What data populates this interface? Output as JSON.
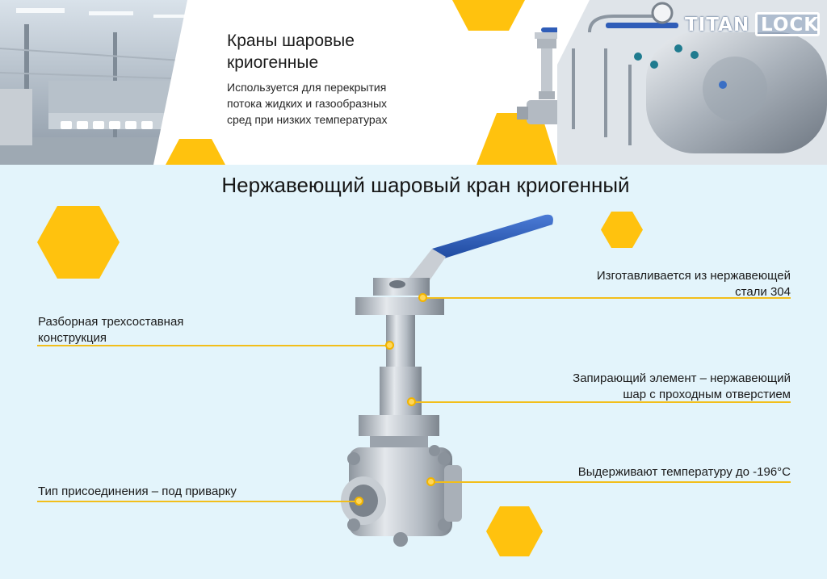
{
  "banner": {
    "title_line1": "Краны шаровые",
    "title_line2": "криогенные",
    "text_line1": "Используется для перекрытия",
    "text_line2": "потока жидких и газообразных",
    "text_line3": "сред при низких температурах"
  },
  "logo": {
    "part1": "TITAN",
    "part2": "LOCK"
  },
  "main": {
    "heading": "Нержавеющий шаровый кран криогенный",
    "callouts": {
      "material_line1": "Изготавливается из нержавеющей",
      "material_line2": "стали 304",
      "construction_line1": "Разборная трехсоставная",
      "construction_line2": "конструкция",
      "ball_line1": "Запирающий элемент – нержавеющий",
      "ball_line2": "шар с проходным отверстием",
      "temperature": "Выдерживают температуру до -196°С",
      "connection": "Тип присоединения – под приварку"
    }
  },
  "colors": {
    "accent_yellow": "#ffc20e",
    "background": "#e3f4fb",
    "handle_blue": "#2f5db8",
    "steel": "#b8bec6"
  }
}
